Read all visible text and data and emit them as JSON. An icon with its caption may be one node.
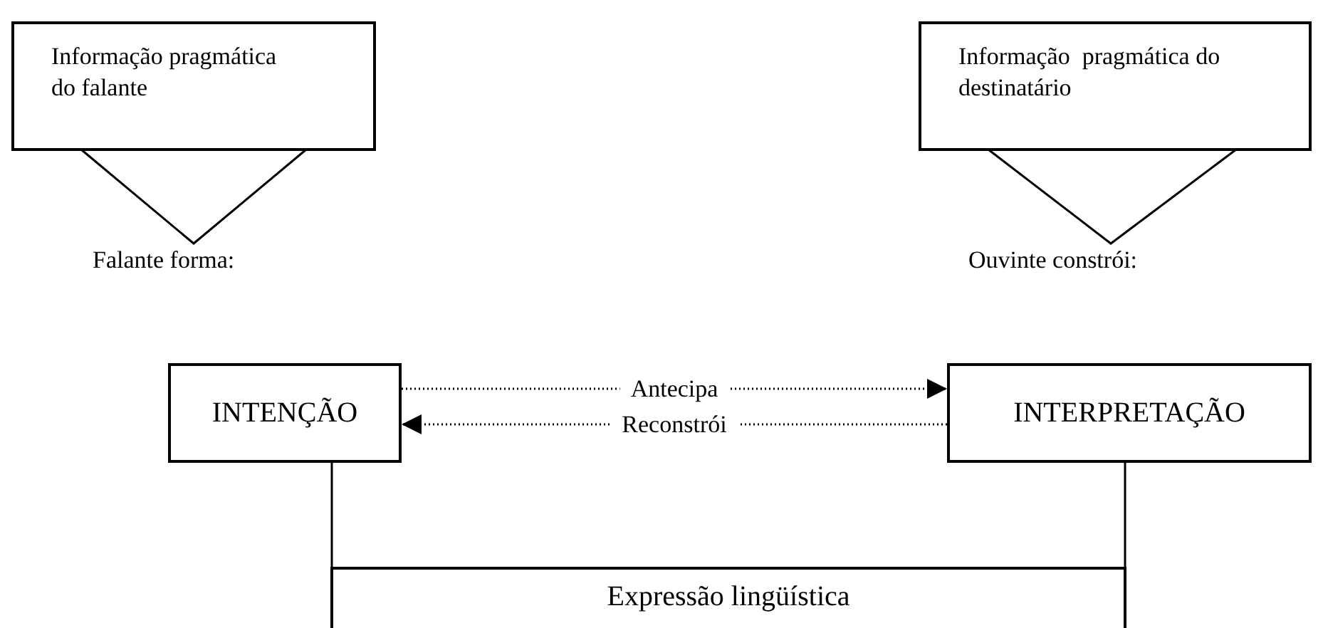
{
  "diagram": {
    "nodes": [
      {
        "text": [
          "Informação pragmática do falante"
        ]
      },
      {
        "text": [
          "Informação  pragmática do destinatário"
        ]
      },
      {
        "text": [
          "INTENÇÃO"
        ]
      },
      {
        "text": [
          "INTERPRETAÇÃO"
        ]
      },
      {
        "text": [
          "Expressão lingüística"
        ]
      }
    ],
    "edges": [
      {
        "from": 2,
        "to": 3,
        "arrow": "to",
        "label": "Antecipa",
        "style": "dashed"
      },
      {
        "from": 3,
        "to": 2,
        "arrow": "to",
        "label": "Reconstrói",
        "style": "dashed"
      },
      {
        "from": 2,
        "to": 4,
        "arrow": "none"
      },
      {
        "from": 3,
        "to": 4,
        "arrow": "none"
      }
    ],
    "labels": [
      "Falante forma:",
      "Ouvinte constrói:"
    ]
  }
}
